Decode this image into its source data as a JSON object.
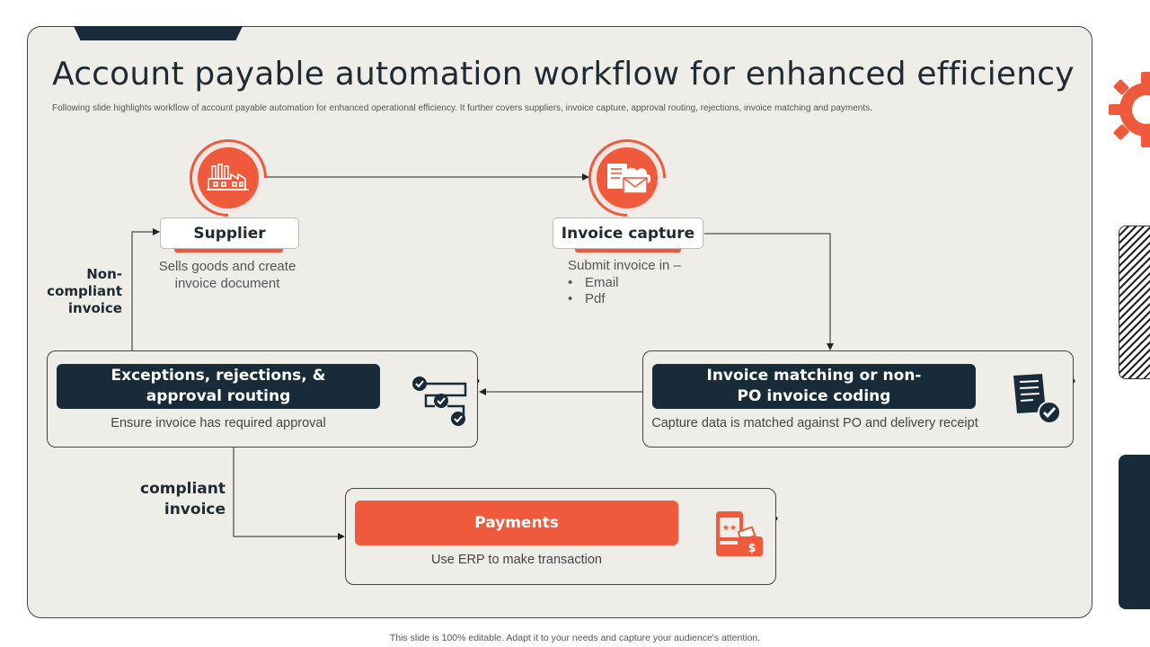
{
  "slide": {
    "title": "Account payable automation workflow for enhanced efficiency",
    "subtitle": "Following slide highlights workflow of account payable automation for enhanced operational efficiency. It further covers suppliers, invoice capture, approval routing, rejections, invoice matching and payments.",
    "footer": "This slide is 100% editable. Adapt it to your needs and capture your audience's attention."
  },
  "colors": {
    "accent": "#f05a3c",
    "navy": "#172b39",
    "background": "#efede8"
  },
  "nodes": {
    "supplier": {
      "label": "Supplier",
      "description": "Sells goods and create invoice document",
      "icon": "factory-icon"
    },
    "invoice_capture": {
      "label": "Invoice capture",
      "lead": "Submit invoice in –",
      "bullets": [
        "Email",
        "Pdf"
      ],
      "icon": "invoice-email-icon"
    },
    "invoice_matching": {
      "label": "Invoice matching or non-PO invoice coding",
      "description": "Capture data is matched against PO and delivery receipt",
      "icon": "document-check-icon"
    },
    "exceptions": {
      "label": "Exceptions, rejections, & approval routing",
      "description": "Ensure invoice has required approval",
      "icon": "approval-flow-icon"
    },
    "payments": {
      "label": "Payments",
      "description": "Use ERP to make transaction",
      "icon": "mobile-wallet-icon"
    }
  },
  "edge_labels": {
    "non_compliant": "Non-compliant invoice",
    "compliant": "compliant invoice"
  }
}
